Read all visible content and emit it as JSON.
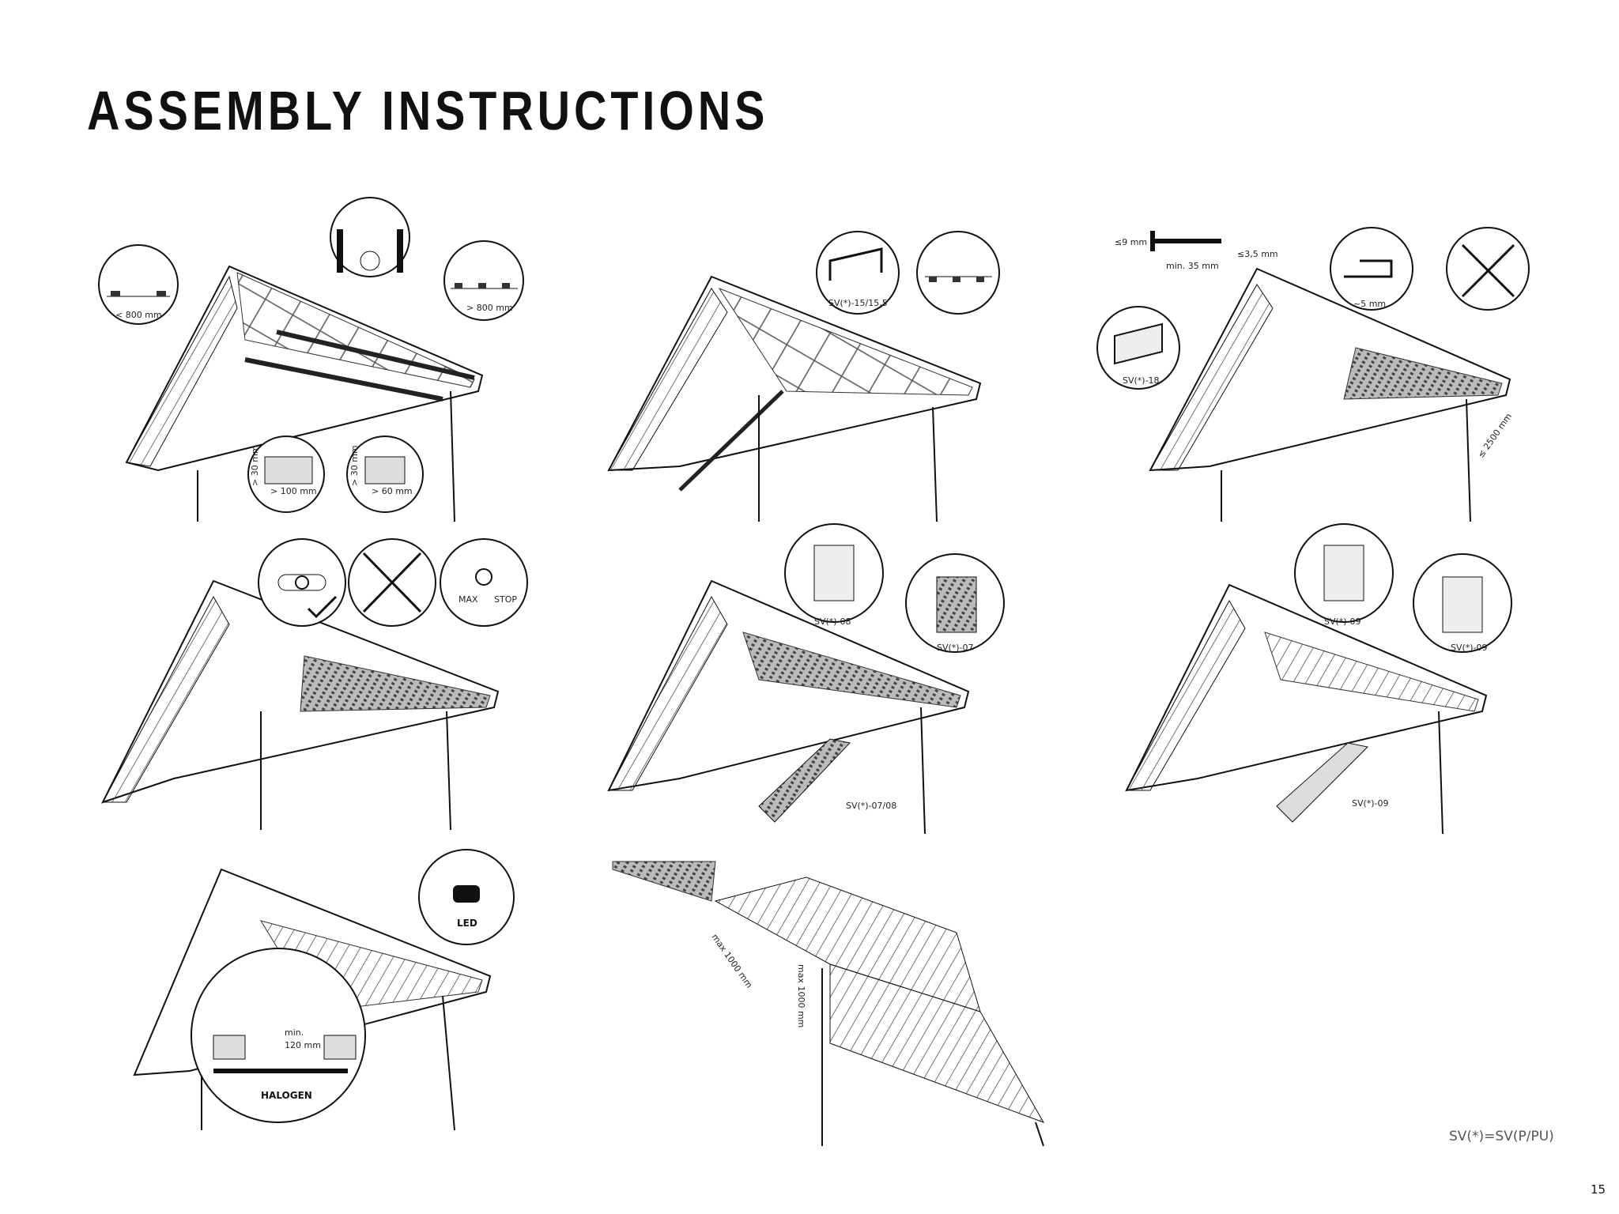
{
  "title": "ASSEMBLY INSTRUCTIONS",
  "footer_note": "SV(*)=SV(P/PU)",
  "page_number": "15",
  "steps": {
    "s1": {
      "lbl_spacing_left": "< 800 mm",
      "lbl_spacing_right": "> 800 mm",
      "lbl_batten_a_w": "> 100 mm",
      "lbl_batten_a_h": "> 30 mm",
      "lbl_batten_b_w": "> 60 mm",
      "lbl_batten_b_h": "> 30 mm"
    },
    "s2": {
      "lbl_profile": "SV(*)-15/15,5"
    },
    "s3": {
      "lbl_head": "≤9 mm",
      "lbl_shank": "≤3,5 mm",
      "lbl_length": "min. 35 mm",
      "lbl_gap": "~5 mm",
      "lbl_profile": "SV(*)-18",
      "lbl_max_len": "≤ 2500 mm"
    },
    "s4": {
      "lbl_max": "MAX",
      "lbl_stop": "STOP"
    },
    "s5": {
      "lbl_a": "SV(*)-08",
      "lbl_b": "SV(*)-07",
      "lbl_c": "SV(*)-07/08"
    },
    "s6": {
      "lbl_a": "SV(*)-09",
      "lbl_b": "SV(*)-09",
      "lbl_c": "SV(*)-09"
    },
    "s7": {
      "lbl_led": "LED",
      "lbl_min": "min.",
      "lbl_min_val": "120 mm",
      "lbl_halogen": "HALOGEN"
    },
    "s8": {
      "lbl_max_a": "max 1000 mm",
      "lbl_max_b": "max 1000 mm"
    }
  }
}
